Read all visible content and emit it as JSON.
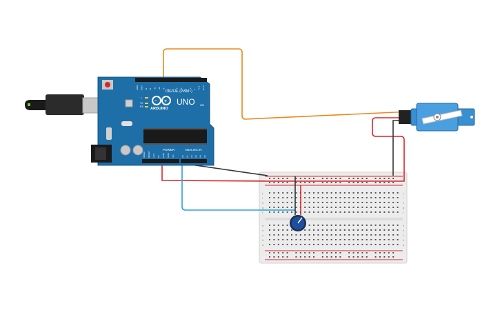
{
  "arduino": {
    "brand": "ARDUINO",
    "model": "UNO",
    "digital_label": "DIGITAL (PWM~)",
    "power_label": "POWER",
    "analog_label": "ANALOG IN",
    "on_label": "ON",
    "led_l": "L",
    "led_tx": "TX",
    "led_rx": "RX",
    "digital_pins": [
      "AREF",
      "GND",
      "13",
      "12",
      "~11",
      "~10",
      "~9",
      "8",
      "7",
      "~6",
      "~5",
      "4",
      "~3",
      "2",
      "TX 1",
      "RX 0"
    ],
    "power_pins": [
      "IOREF",
      "RESET",
      "3.3V",
      "5V",
      "GND",
      "GND",
      "Vin"
    ],
    "analog_pins": [
      "A0",
      "A1",
      "A2",
      "A3",
      "A4",
      "A5"
    ]
  },
  "breadboard": {
    "row_letters_top": [
      "j",
      "i",
      "h",
      "g",
      "f"
    ],
    "row_letters_bottom": [
      "e",
      "d",
      "c",
      "b",
      "a"
    ]
  },
  "colors": {
    "board": "#1e6fa8",
    "board_dark": "#14517c",
    "wire_orange": "#e8891c",
    "wire_red": "#d9252a",
    "wire_black": "#333333",
    "wire_blue": "#2ca0d8",
    "servo": "#3a8fd0",
    "pot": "#1d4f9c",
    "breadboard": "#eeeeee"
  },
  "icons": [
    "usb-plug-icon",
    "power-jack-icon",
    "reset-button-icon",
    "logo-icon",
    "chip-icon"
  ]
}
